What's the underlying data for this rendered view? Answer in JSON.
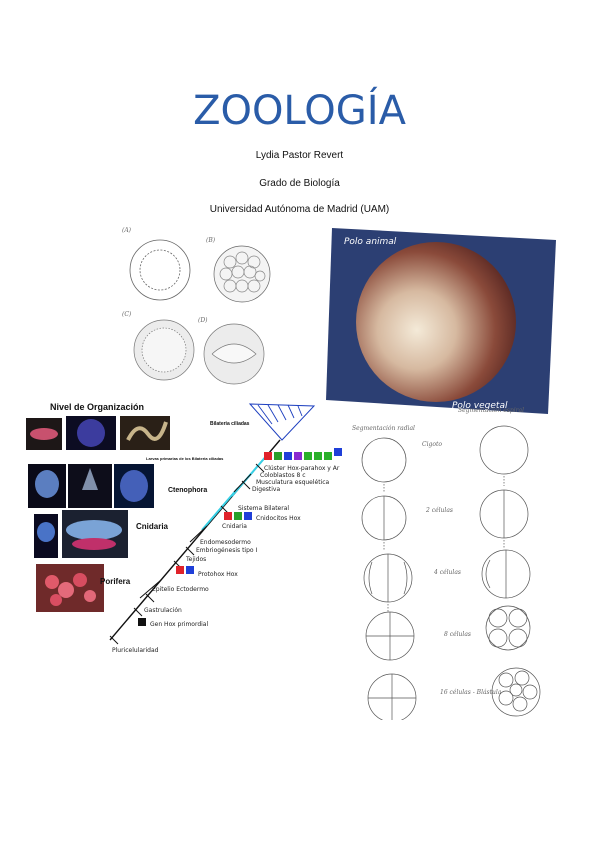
{
  "document": {
    "title": "ZOOLOGÍA",
    "author": "Lydia Pastor Revert",
    "degree": "Grado de Biología",
    "university": "Universidad Autónoma de Madrid (UAM)"
  },
  "colors": {
    "title": "#2a5ca8",
    "embryo_background": "#2c3f73",
    "phylo_hatch": "#1d3fbf"
  },
  "blastula_sketch": {
    "panels": [
      "(A)",
      "(B)",
      "(C)",
      "(D)"
    ]
  },
  "embryo_photo": {
    "top_label": "Polo animal",
    "bottom_label": "Polo vegetal"
  },
  "phylogeny": {
    "heading": "Nivel de Organización",
    "groups": [
      "Bilateria ciliadas",
      "Ctenophora",
      "Cnidaria",
      "Porifera"
    ],
    "larvae_note": "Larvas primarias de los Bilateria ciliadas",
    "characters": [
      "Clúster Hox-parahox y Ar",
      "Coloblastos 8 c",
      "Musculatura esquelética",
      "Digestiva",
      "Sistema Bilateral",
      "Cnidaria",
      "Cnidocitos Hox",
      "Endomesodermo",
      "Embriogénesis tipo I",
      "Tejidos",
      "Protohox Hox",
      "Epitelio Ectodermo",
      "Gastrulación",
      "Gen Hox primordial",
      "Pluricelularidad"
    ]
  },
  "cleavage_sketch": {
    "left_header": "Segmentación radial",
    "right_header": "Segmentación espiral",
    "stages": [
      "Cigoto",
      "2 células",
      "4 células",
      "8 células",
      "16 células - Blástula"
    ]
  }
}
